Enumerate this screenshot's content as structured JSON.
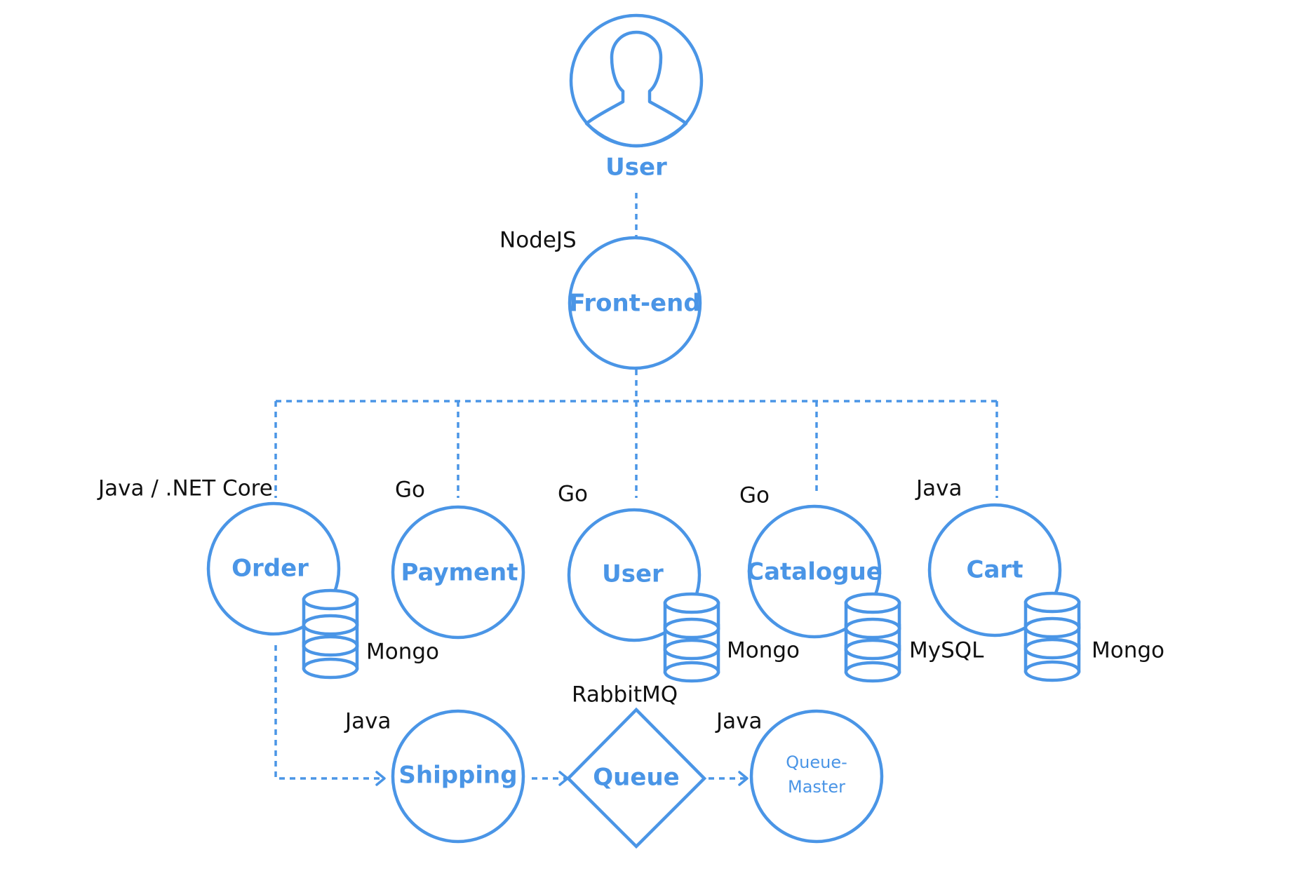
{
  "user": {
    "label": "User"
  },
  "frontend": {
    "label": "Front-end",
    "tech": "NodeJS"
  },
  "services": {
    "order": {
      "label": "Order",
      "tech": "Java / .NET Core",
      "db": "Mongo"
    },
    "payment": {
      "label": "Payment",
      "tech": "Go"
    },
    "user": {
      "label": "User",
      "tech": "Go",
      "db": "Mongo"
    },
    "catalogue": {
      "label": "Catalogue",
      "tech": "Go",
      "db": "MySQL"
    },
    "cart": {
      "label": "Cart",
      "tech": "Java",
      "db": "Mongo"
    }
  },
  "shipping": {
    "label": "Shipping",
    "tech": "Java"
  },
  "queue": {
    "label": "Queue",
    "tech": "RabbitMQ"
  },
  "queue_master": {
    "label_line1": "Queue-",
    "label_line2": "Master",
    "tech": "Java"
  },
  "colors": {
    "accent": "#4a95e6",
    "text": "#111111",
    "background": "#ffffff"
  },
  "icons": {
    "user": "user-silhouette-icon",
    "database": "database-icon"
  }
}
